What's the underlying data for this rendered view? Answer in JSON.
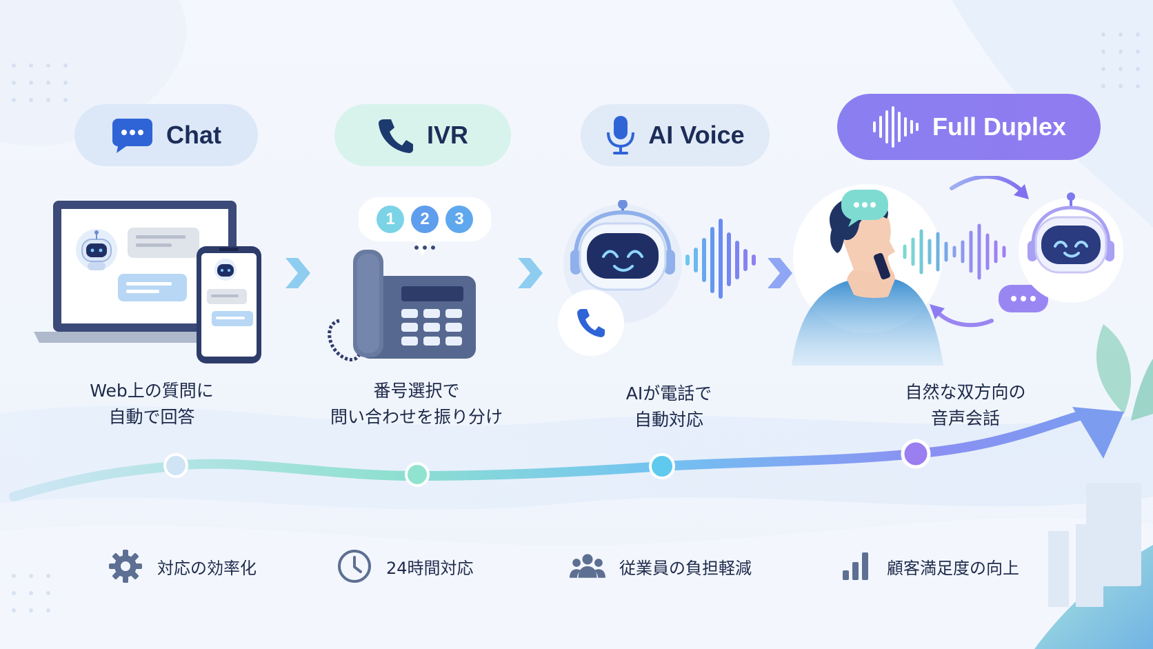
{
  "stages": [
    {
      "label": "Chat",
      "caption_lines": [
        "Web上の質問に",
        "自動で回答"
      ]
    },
    {
      "label": "IVR",
      "caption_lines": [
        "番号選択で",
        "問い合わせを振り分け"
      ]
    },
    {
      "label": "AI Voice",
      "caption_lines": [
        "AIが電話で",
        "自動対応"
      ]
    },
    {
      "label": "Full Duplex",
      "caption_lines": [
        "自然な双方向の",
        "音声会話"
      ]
    }
  ],
  "ivr_keys": [
    "1",
    "2",
    "3"
  ],
  "benefits": [
    {
      "label": "対応の効率化",
      "icon": "gear-icon"
    },
    {
      "label": "24時間対応",
      "icon": "clock-icon"
    },
    {
      "label": "従業員の負担軽減",
      "icon": "users-icon"
    },
    {
      "label": "顧客満足度の向上",
      "icon": "bar-chart-icon"
    }
  ],
  "colors": {
    "chat_pill": "#dde8f8",
    "ivr_pill": "#dcf3ee",
    "voice_pill": "#e3ebf7",
    "duplex_pill": "#8b7cf0",
    "bot_face": "#1f2f66",
    "accent_blue": "#3a74e0",
    "accent_teal": "#6fd7c4",
    "accent_purple": "#9b85f0"
  }
}
